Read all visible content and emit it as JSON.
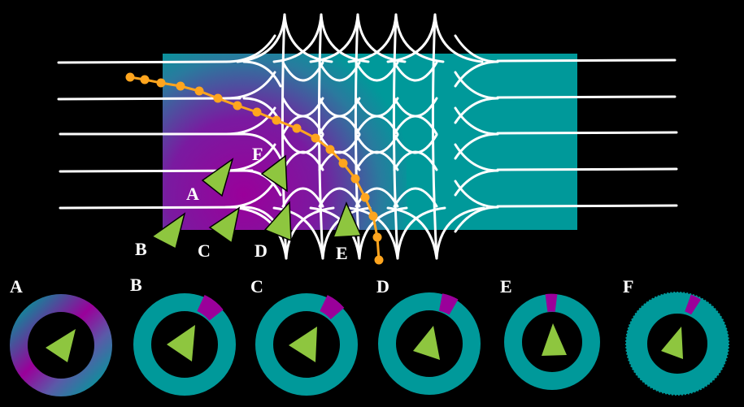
{
  "colors": {
    "background": "#000000",
    "teal": "#00999a",
    "purple": "#9a009a",
    "orange": "#ffa51e",
    "green": "#8ec63f",
    "lines": "#ffffff"
  },
  "main_labels": [
    "A",
    "B",
    "C",
    "D",
    "E",
    "F"
  ],
  "ring_labels": [
    "A",
    "B",
    "C",
    "D",
    "E",
    "F"
  ]
}
